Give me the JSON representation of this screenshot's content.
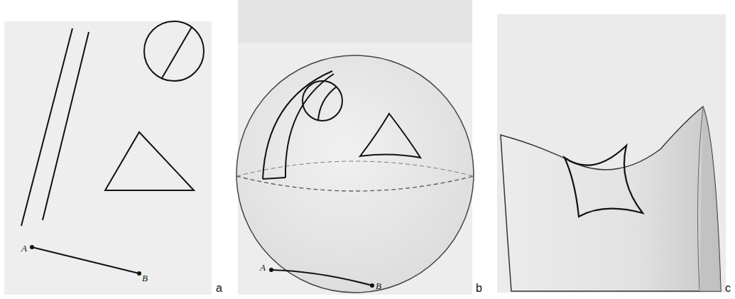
{
  "diagram": {
    "labels": [
      "A",
      "B",
      "a",
      "A",
      "B",
      "b",
      "c"
    ]
  }
}
